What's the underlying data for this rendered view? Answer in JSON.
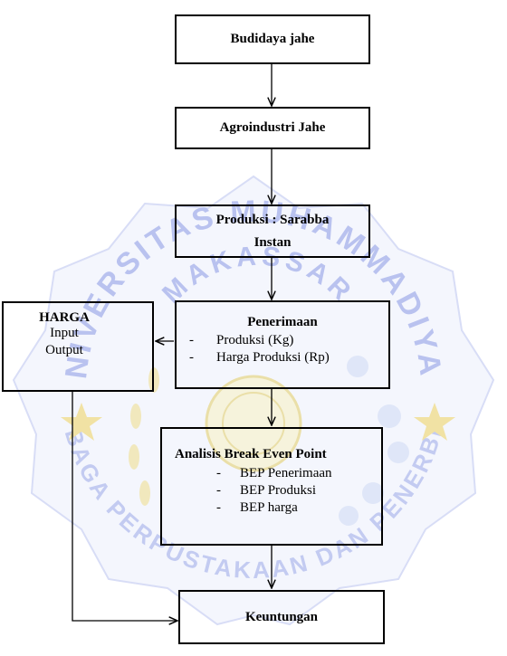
{
  "nodes": {
    "budidaya": "Budidaya jahe",
    "agroindustri": "Agroindustri Jahe",
    "produksi": "Produksi : Sarabba Instan",
    "penerimaan": {
      "title": "Penerimaan",
      "items": [
        "Produksi (Kg)",
        "Harga Produksi (Rp)"
      ]
    },
    "harga": {
      "title": "HARGA",
      "items": [
        "Input",
        "Output"
      ]
    },
    "bep": {
      "title": "Analisis Break Even Point",
      "items": [
        "BEP Penerimaan",
        "BEP Produksi",
        "BEP harga"
      ]
    },
    "keuntungan": "Keuntungan"
  },
  "watermark": {
    "top_text": "UNIVERSITAS MUHAMMADIYAH",
    "middle_text": "MAKASSAR",
    "bottom_text": "LEMBAGA PERPUSTAKAAN DAN PENERBITAN",
    "color": "#b9c2ef",
    "accent": "#f3e3a3"
  },
  "colors": {
    "line": "#000000",
    "border": "#000000"
  }
}
